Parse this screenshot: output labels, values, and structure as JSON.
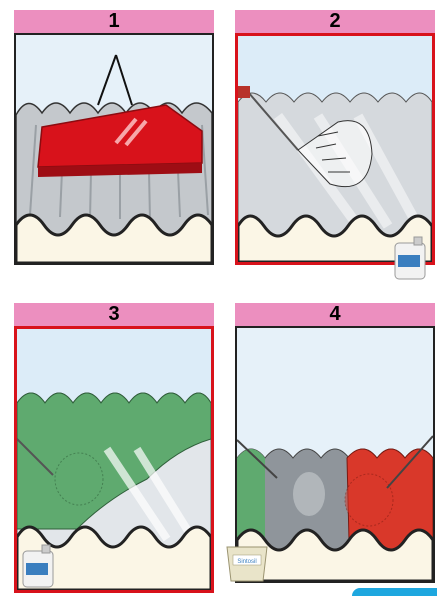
{
  "panels": [
    {
      "number": "1",
      "caption": ""
    },
    {
      "number": "2",
      "caption": ""
    },
    {
      "number": "3",
      "caption": ""
    },
    {
      "number": "4",
      "caption": ""
    }
  ],
  "products": {
    "canister_label": "",
    "bucket_label": "Sintosil"
  },
  "colors": {
    "header": "#ec8fbf",
    "frame_red": "#d8121b",
    "sky": "#dcecf8",
    "sheet": "#c9cdd1",
    "green_coat": "#5faa6f",
    "red_coat": "#d9382a",
    "accent_blue": "#1ea7df"
  },
  "icons": [
    "roof-sheet-icon",
    "brush-icon",
    "spray-gun-icon",
    "canister-icon",
    "bucket-icon"
  ]
}
